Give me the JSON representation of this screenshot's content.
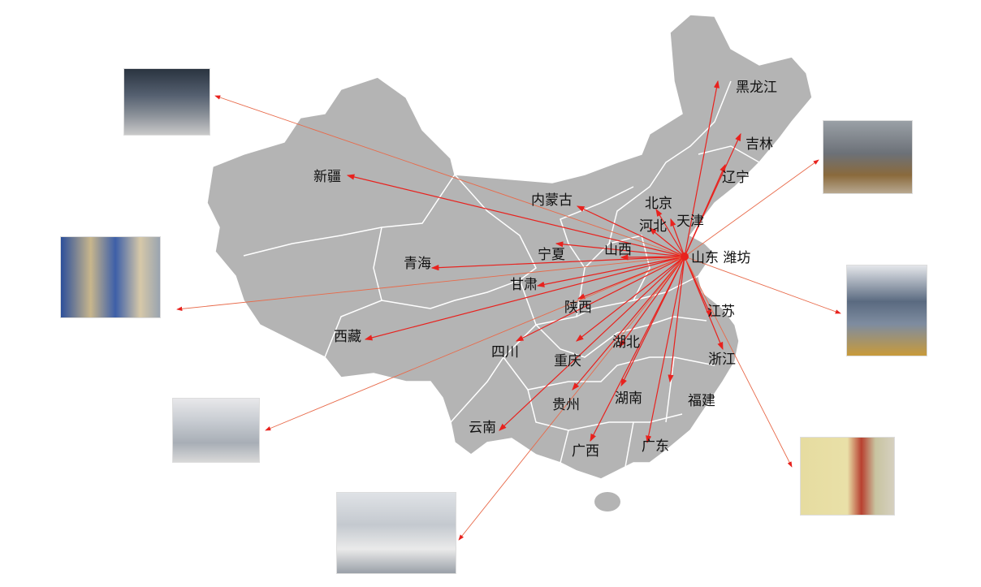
{
  "hub": {
    "label": "山东 潍坊"
  },
  "provinces": [
    "黑龙江",
    "吉林",
    "辽宁",
    "北京",
    "天津",
    "河北",
    "内蒙古",
    "新疆",
    "山西",
    "宁夏",
    "青海",
    "甘肃",
    "陕西",
    "西藏",
    "四川",
    "重庆",
    "湖北",
    "湖南",
    "贵州",
    "云南",
    "广西",
    "广东",
    "福建",
    "浙江",
    "江苏"
  ],
  "photos": [
    {
      "subject": "equipment-photo-factory-1"
    },
    {
      "subject": "equipment-photo-factory-2"
    },
    {
      "subject": "equipment-photo-factory-3"
    },
    {
      "subject": "equipment-photo-machine-4"
    },
    {
      "subject": "equipment-photo-dust-collector-5"
    },
    {
      "subject": "equipment-photo-silo-6"
    },
    {
      "subject": "equipment-photo-cyclone-7"
    }
  ],
  "colors": {
    "map": "#b4b4b4",
    "border": "#ffffff",
    "arrow": "#e8221e",
    "photoArrow": "#e86a4a"
  }
}
